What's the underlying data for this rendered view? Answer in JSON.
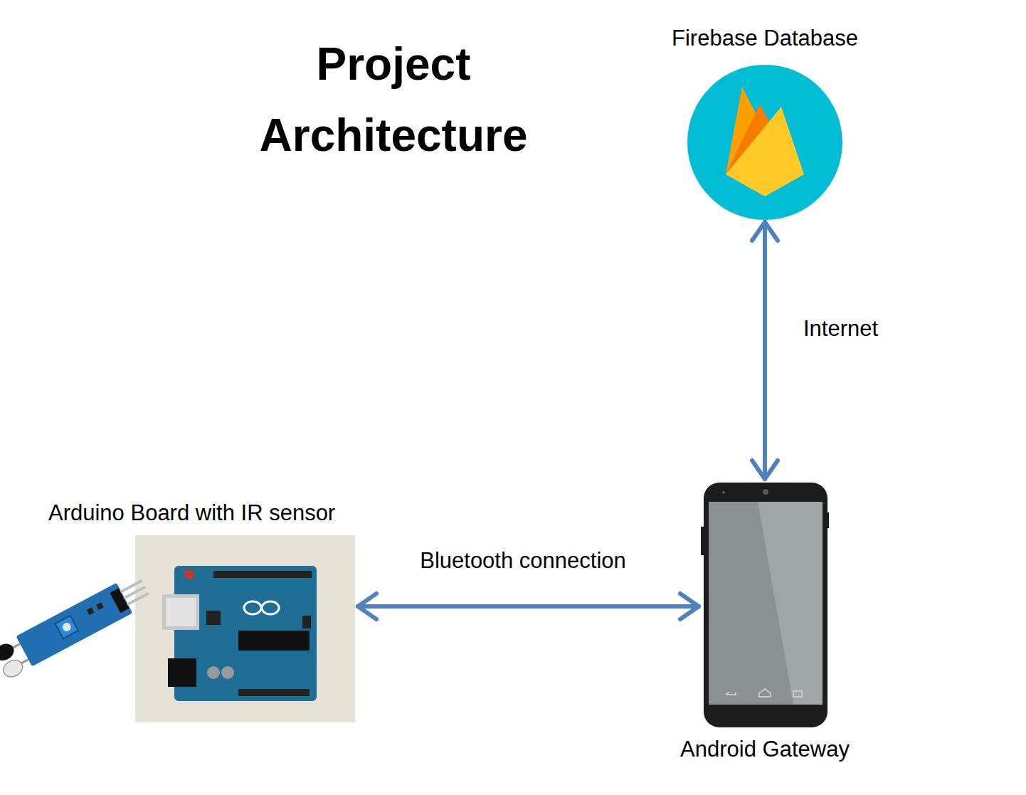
{
  "diagram": {
    "title": "Project Architecture",
    "nodes": [
      {
        "text": [
          "Firebase Database"
        ]
      },
      {
        "text": [
          "Arduino Board with IR sensor"
        ]
      },
      {
        "text": [
          "Android Gateway"
        ]
      }
    ],
    "edges": [
      {
        "from": 0,
        "to": 2,
        "label": "Internet",
        "arrow": "both"
      },
      {
        "from": 1,
        "to": 2,
        "label": "Bluetooth connection",
        "arrow": "both"
      }
    ]
  }
}
